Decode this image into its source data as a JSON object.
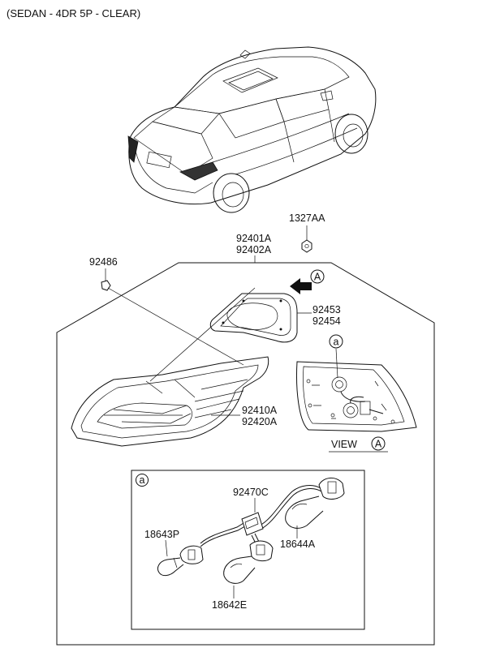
{
  "header": {
    "title": "(SEDAN - 4DR 5P - CLEAR)"
  },
  "parts": {
    "p1327AA": "1327AA",
    "p92401A": "92401A",
    "p92402A": "92402A",
    "p92486": "92486",
    "p92453": "92453",
    "p92454": "92454",
    "p92410A": "92410A",
    "p92420A": "92420A",
    "p92470C": "92470C",
    "p18643P": "18643P",
    "p18644A": "18644A",
    "p18642E": "18642E"
  },
  "markers": {
    "view_a_marker": "A",
    "view_label": "VIEW",
    "view_ref": "A",
    "detail_a_marker": "a",
    "socket_a_marker": "a"
  }
}
